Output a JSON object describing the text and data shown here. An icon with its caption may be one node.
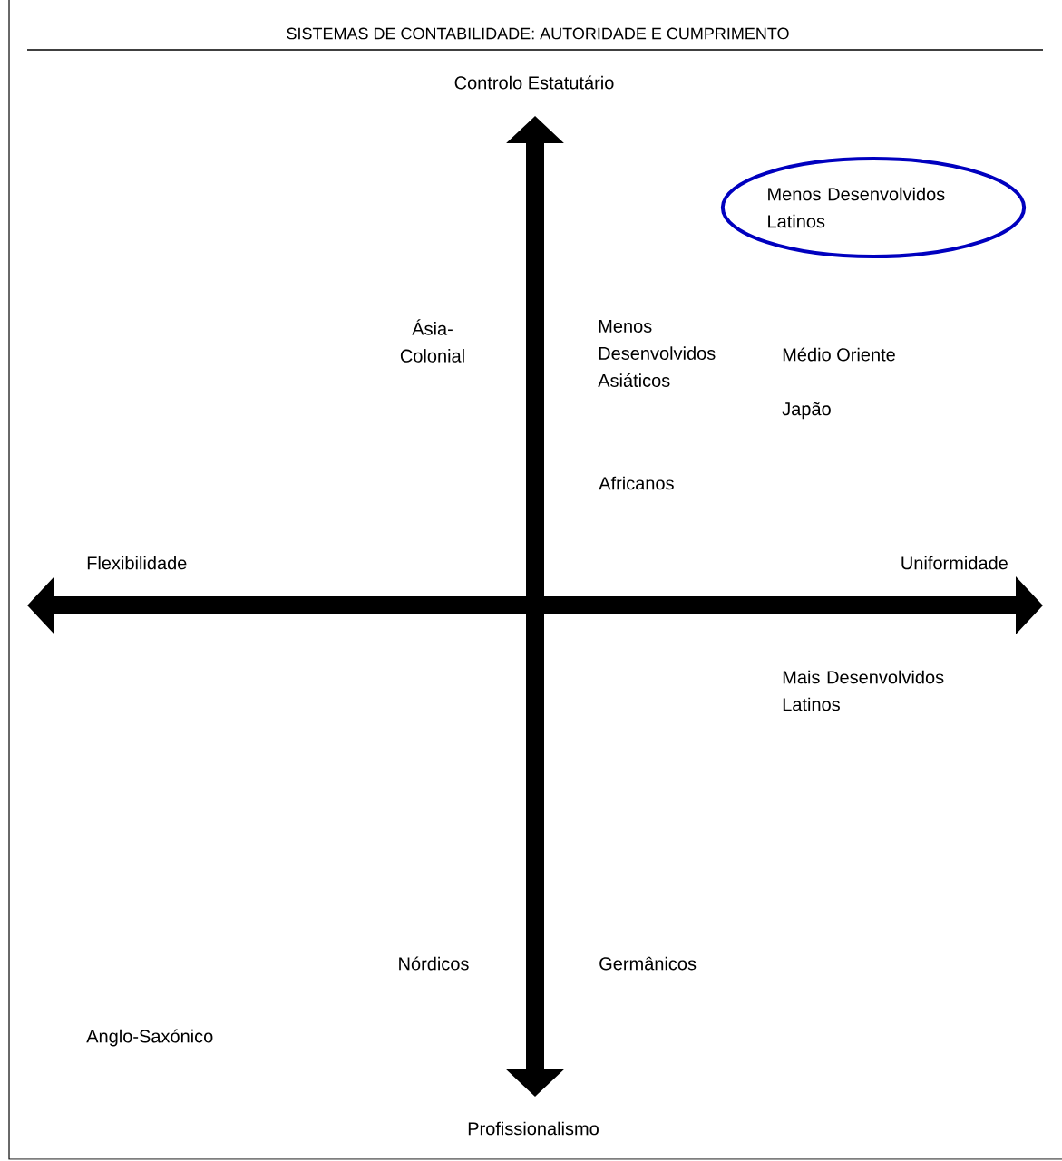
{
  "diagram": {
    "title": "SISTEMAS DE CONTABILIDADE: AUTORIDADE E CUMPRIMENTO",
    "nodes": [
      {
        "text": [
          "Menos Desenvolvidos Latinos"
        ]
      }
    ],
    "labels": [
      "Controlo Estatutário",
      "Ásia-Colonial",
      "Menos Desenvolvidos Asiáticos",
      "Médio Oriente",
      "Japão",
      "Africanos",
      "Flexibilidade",
      "Uniformidade",
      "Mais Desenvolvidos Latinos",
      "Nórdicos",
      "Germânicos",
      "Anglo-Saxónico",
      "Profissionalismo"
    ]
  }
}
